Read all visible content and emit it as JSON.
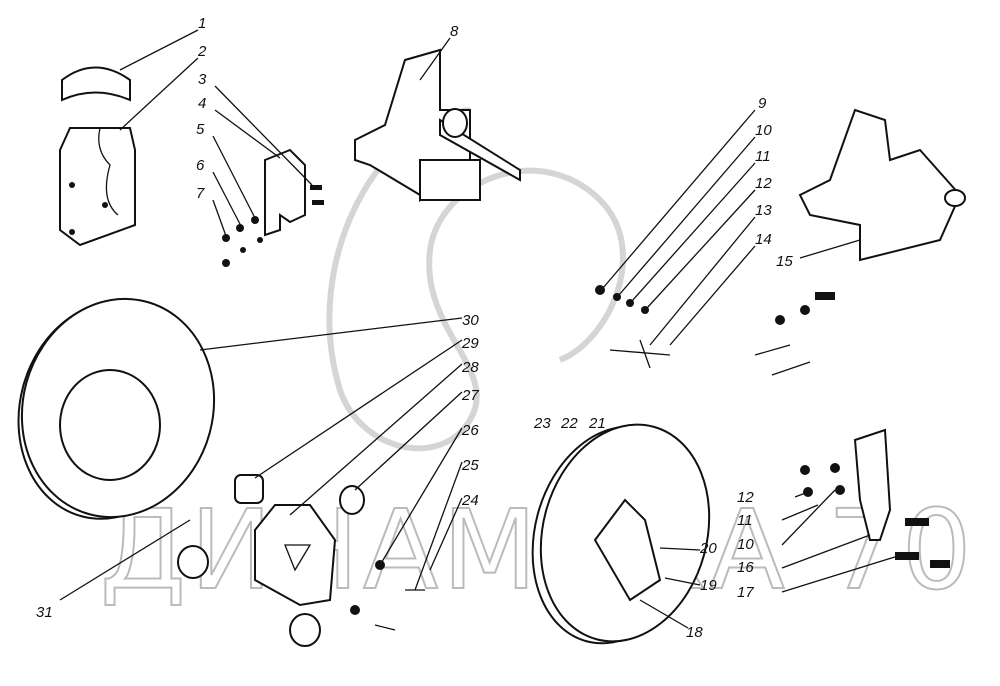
{
  "diagram": {
    "watermark": "ДИНАМИКА 70",
    "callouts": [
      {
        "id": "c1",
        "text": "1"
      },
      {
        "id": "c2",
        "text": "2"
      },
      {
        "id": "c3",
        "text": "3"
      },
      {
        "id": "c4",
        "text": "4"
      },
      {
        "id": "c5",
        "text": "5"
      },
      {
        "id": "c6",
        "text": "6"
      },
      {
        "id": "c7",
        "text": "7"
      },
      {
        "id": "c8",
        "text": "8"
      },
      {
        "id": "c9",
        "text": "9"
      },
      {
        "id": "c10",
        "text": "10"
      },
      {
        "id": "c11",
        "text": "11"
      },
      {
        "id": "c12",
        "text": "12"
      },
      {
        "id": "c13",
        "text": "13"
      },
      {
        "id": "c14",
        "text": "14"
      },
      {
        "id": "c15",
        "text": "15"
      },
      {
        "id": "c30",
        "text": "30"
      },
      {
        "id": "c29",
        "text": "29"
      },
      {
        "id": "c28",
        "text": "28"
      },
      {
        "id": "c27",
        "text": "27"
      },
      {
        "id": "c26",
        "text": "26"
      },
      {
        "id": "c25",
        "text": "25"
      },
      {
        "id": "c24",
        "text": "24"
      },
      {
        "id": "c23",
        "text": "23"
      },
      {
        "id": "c22",
        "text": "22"
      },
      {
        "id": "c21",
        "text": "21"
      },
      {
        "id": "c12b",
        "text": "12"
      },
      {
        "id": "c11b",
        "text": "11"
      },
      {
        "id": "c10b",
        "text": "10"
      },
      {
        "id": "c16",
        "text": "16"
      },
      {
        "id": "c17",
        "text": "17"
      },
      {
        "id": "c20",
        "text": "20"
      },
      {
        "id": "c19",
        "text": "19"
      },
      {
        "id": "c18",
        "text": "18"
      },
      {
        "id": "c31",
        "text": "31"
      }
    ]
  }
}
